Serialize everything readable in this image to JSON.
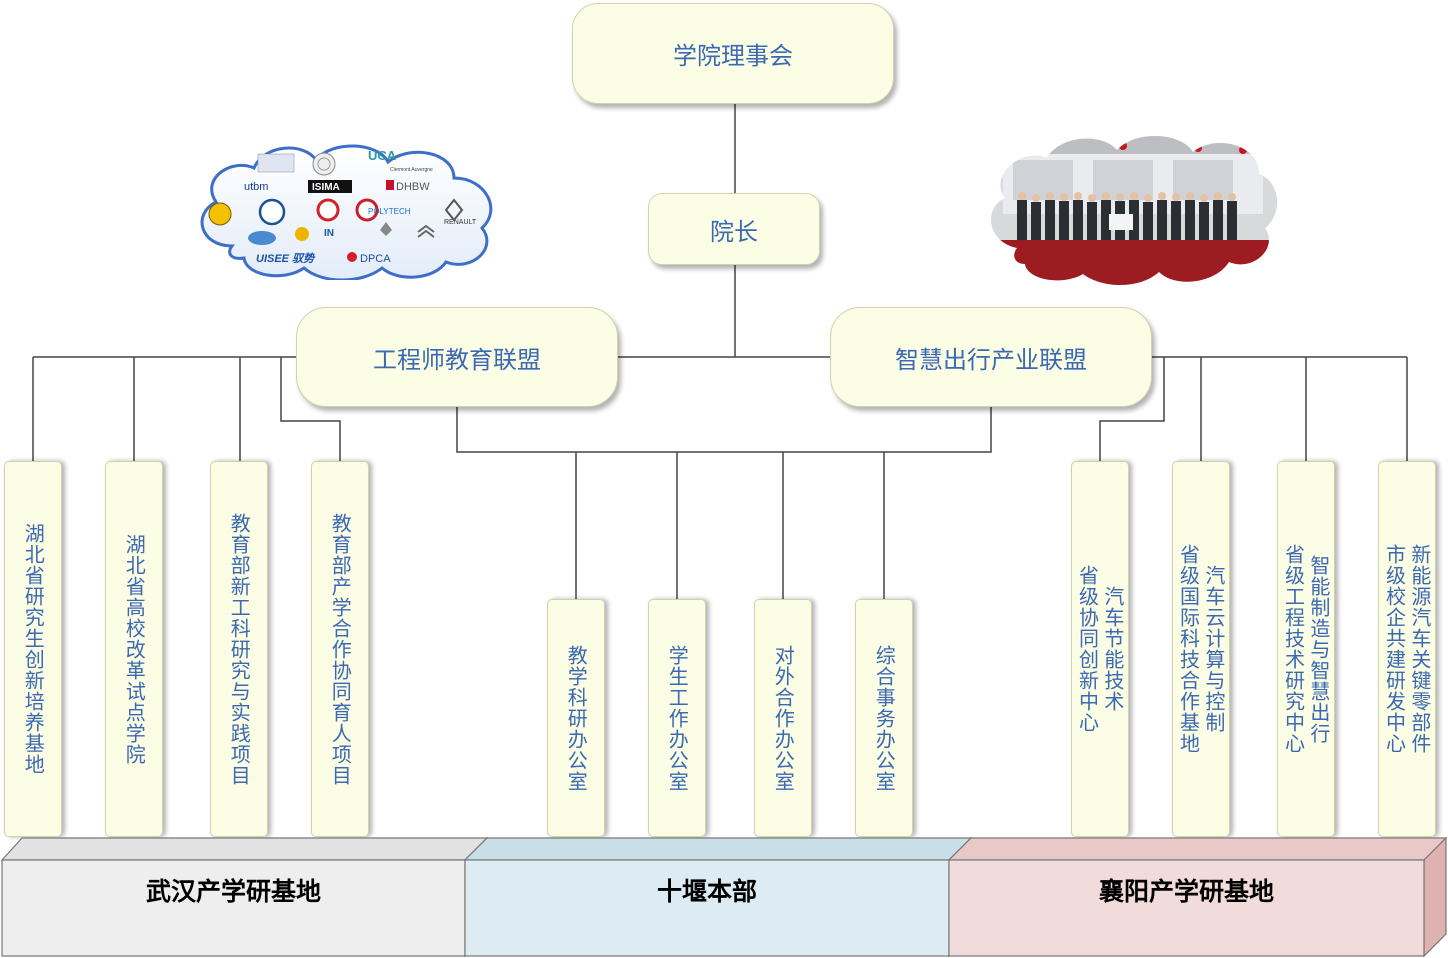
{
  "nodes": {
    "council": "学院理事会",
    "dean": "院长",
    "engineer_alliance": "工程师教育联盟",
    "mobility_alliance": "智慧出行产业联盟"
  },
  "wuhan_items": [
    {
      "lines": [
        "湖北省研究生创新培养基地"
      ]
    },
    {
      "lines": [
        "湖北省高校改革试点学院"
      ]
    },
    {
      "lines": [
        "教育部新工科研究与实践项目"
      ]
    },
    {
      "lines": [
        "教育部产学合作协同育人项目"
      ]
    }
  ],
  "shiyan_items": [
    {
      "lines": [
        "教学科研办公室"
      ]
    },
    {
      "lines": [
        "学生工作办公室"
      ]
    },
    {
      "lines": [
        "对外合作办公室"
      ]
    },
    {
      "lines": [
        "综合事务办公室"
      ]
    }
  ],
  "xiangyang_items": [
    {
      "lines": [
        "汽车节能技术",
        "省级协同创新中心"
      ]
    },
    {
      "lines": [
        "汽车云计算与控制",
        "省级国际科技合作基地"
      ]
    },
    {
      "lines": [
        "智能制造与智慧出行",
        "省级工程技术研究中心"
      ]
    },
    {
      "lines": [
        "新能源汽车关键零部件",
        "市级校企共建研发中心"
      ]
    }
  ],
  "bases": {
    "wuhan": "武汉产学研基地",
    "shiyan": "十堰本部",
    "xiangyang": "襄阳产学研基地"
  },
  "logos": {
    "uca": "UCA",
    "uca_sub": "Clermont Auvergne",
    "utbm": "utbm",
    "isima": "ISIMA",
    "dhbw": "DHBW",
    "polytech": "POLYTECH",
    "renault": "RENAULT",
    "uisee": "UISEE 驭势",
    "dpca": "DPCA",
    "in": "IN"
  },
  "colors": {
    "box_fill": "#fbfde4",
    "box_text": "#3b69b3",
    "base_wuhan": "#eeeeee",
    "base_shiyan": "#dcecf2",
    "base_xiangyang": "#f2dcdb"
  }
}
